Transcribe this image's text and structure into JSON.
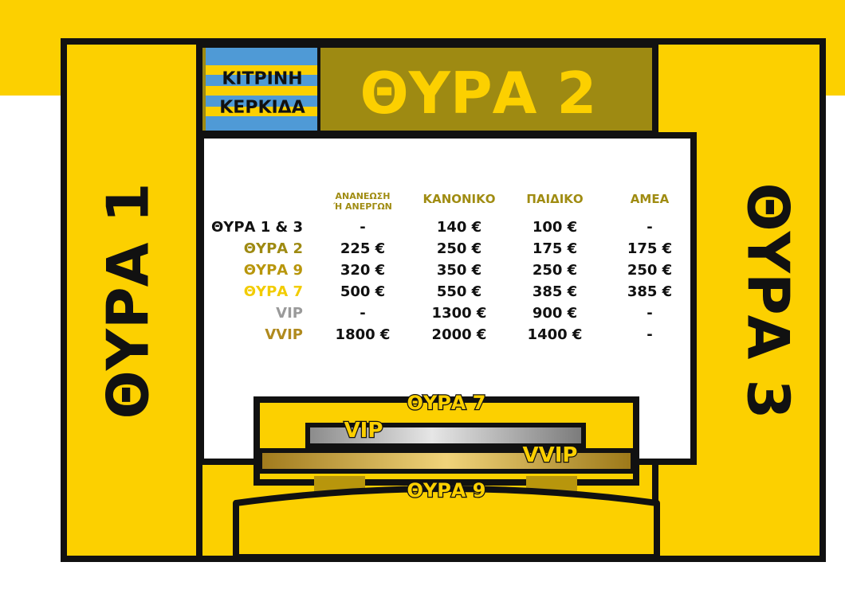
{
  "colors": {
    "yellow": "#fcd000",
    "dark_gold": "#9e8a12",
    "black": "#111111",
    "blue": "#4f9ad6",
    "gate2_color": "#9e8a12",
    "gate9_color": "#b8960c",
    "gate7_color": "#f2cc00",
    "vip_color": "#9a9a9a",
    "vvip_color": "#b08a1e"
  },
  "labels": {
    "gate1": "ΘΥΡΑ 1",
    "gate2": "ΘΥΡΑ 2",
    "gate3": "ΘΥΡΑ 3",
    "gate7": "ΘΥΡΑ 7",
    "gate9": "ΘΥΡΑ 9",
    "vip": "VIP",
    "vvip": "VVIP",
    "kitrini_line1": "ΚΙΤΡΙΝΗ",
    "kitrini_line2": "ΚΕΡΚΙΔΑ"
  },
  "price_table": {
    "headers": {
      "renewal_line1": "ΑΝΑΝΕΩΣΗ",
      "renewal_line2": "Ή ΑΝΕΡΓΩΝ",
      "regular": "ΚΑΝΟΝΙΚΟ",
      "child": "ΠΑΙΔΙΚΟ",
      "amea": "ΑΜΕΑ"
    },
    "rows": [
      {
        "gate": "ΘΥΡΑ 1 & 3",
        "renewal": "-",
        "regular": "140 €",
        "child": "100 €",
        "amea": "-"
      },
      {
        "gate": "ΘΥΡΑ 2",
        "renewal": "225 €",
        "regular": "250 €",
        "child": "175 €",
        "amea": "175 €"
      },
      {
        "gate": "ΘΥΡΑ 9",
        "renewal": "320 €",
        "regular": "350 €",
        "child": "250 €",
        "amea": "250 €"
      },
      {
        "gate": "ΘΥΡΑ 7",
        "renewal": "500 €",
        "regular": "550 €",
        "child": "385 €",
        "amea": "385 €"
      },
      {
        "gate": "VIP",
        "renewal": "-",
        "regular": "1300 €",
        "child": "900 €",
        "amea": "-"
      },
      {
        "gate": "VVIP",
        "renewal": "1800 €",
        "regular": "2000 €",
        "child": "1400 €",
        "amea": "-"
      }
    ]
  }
}
